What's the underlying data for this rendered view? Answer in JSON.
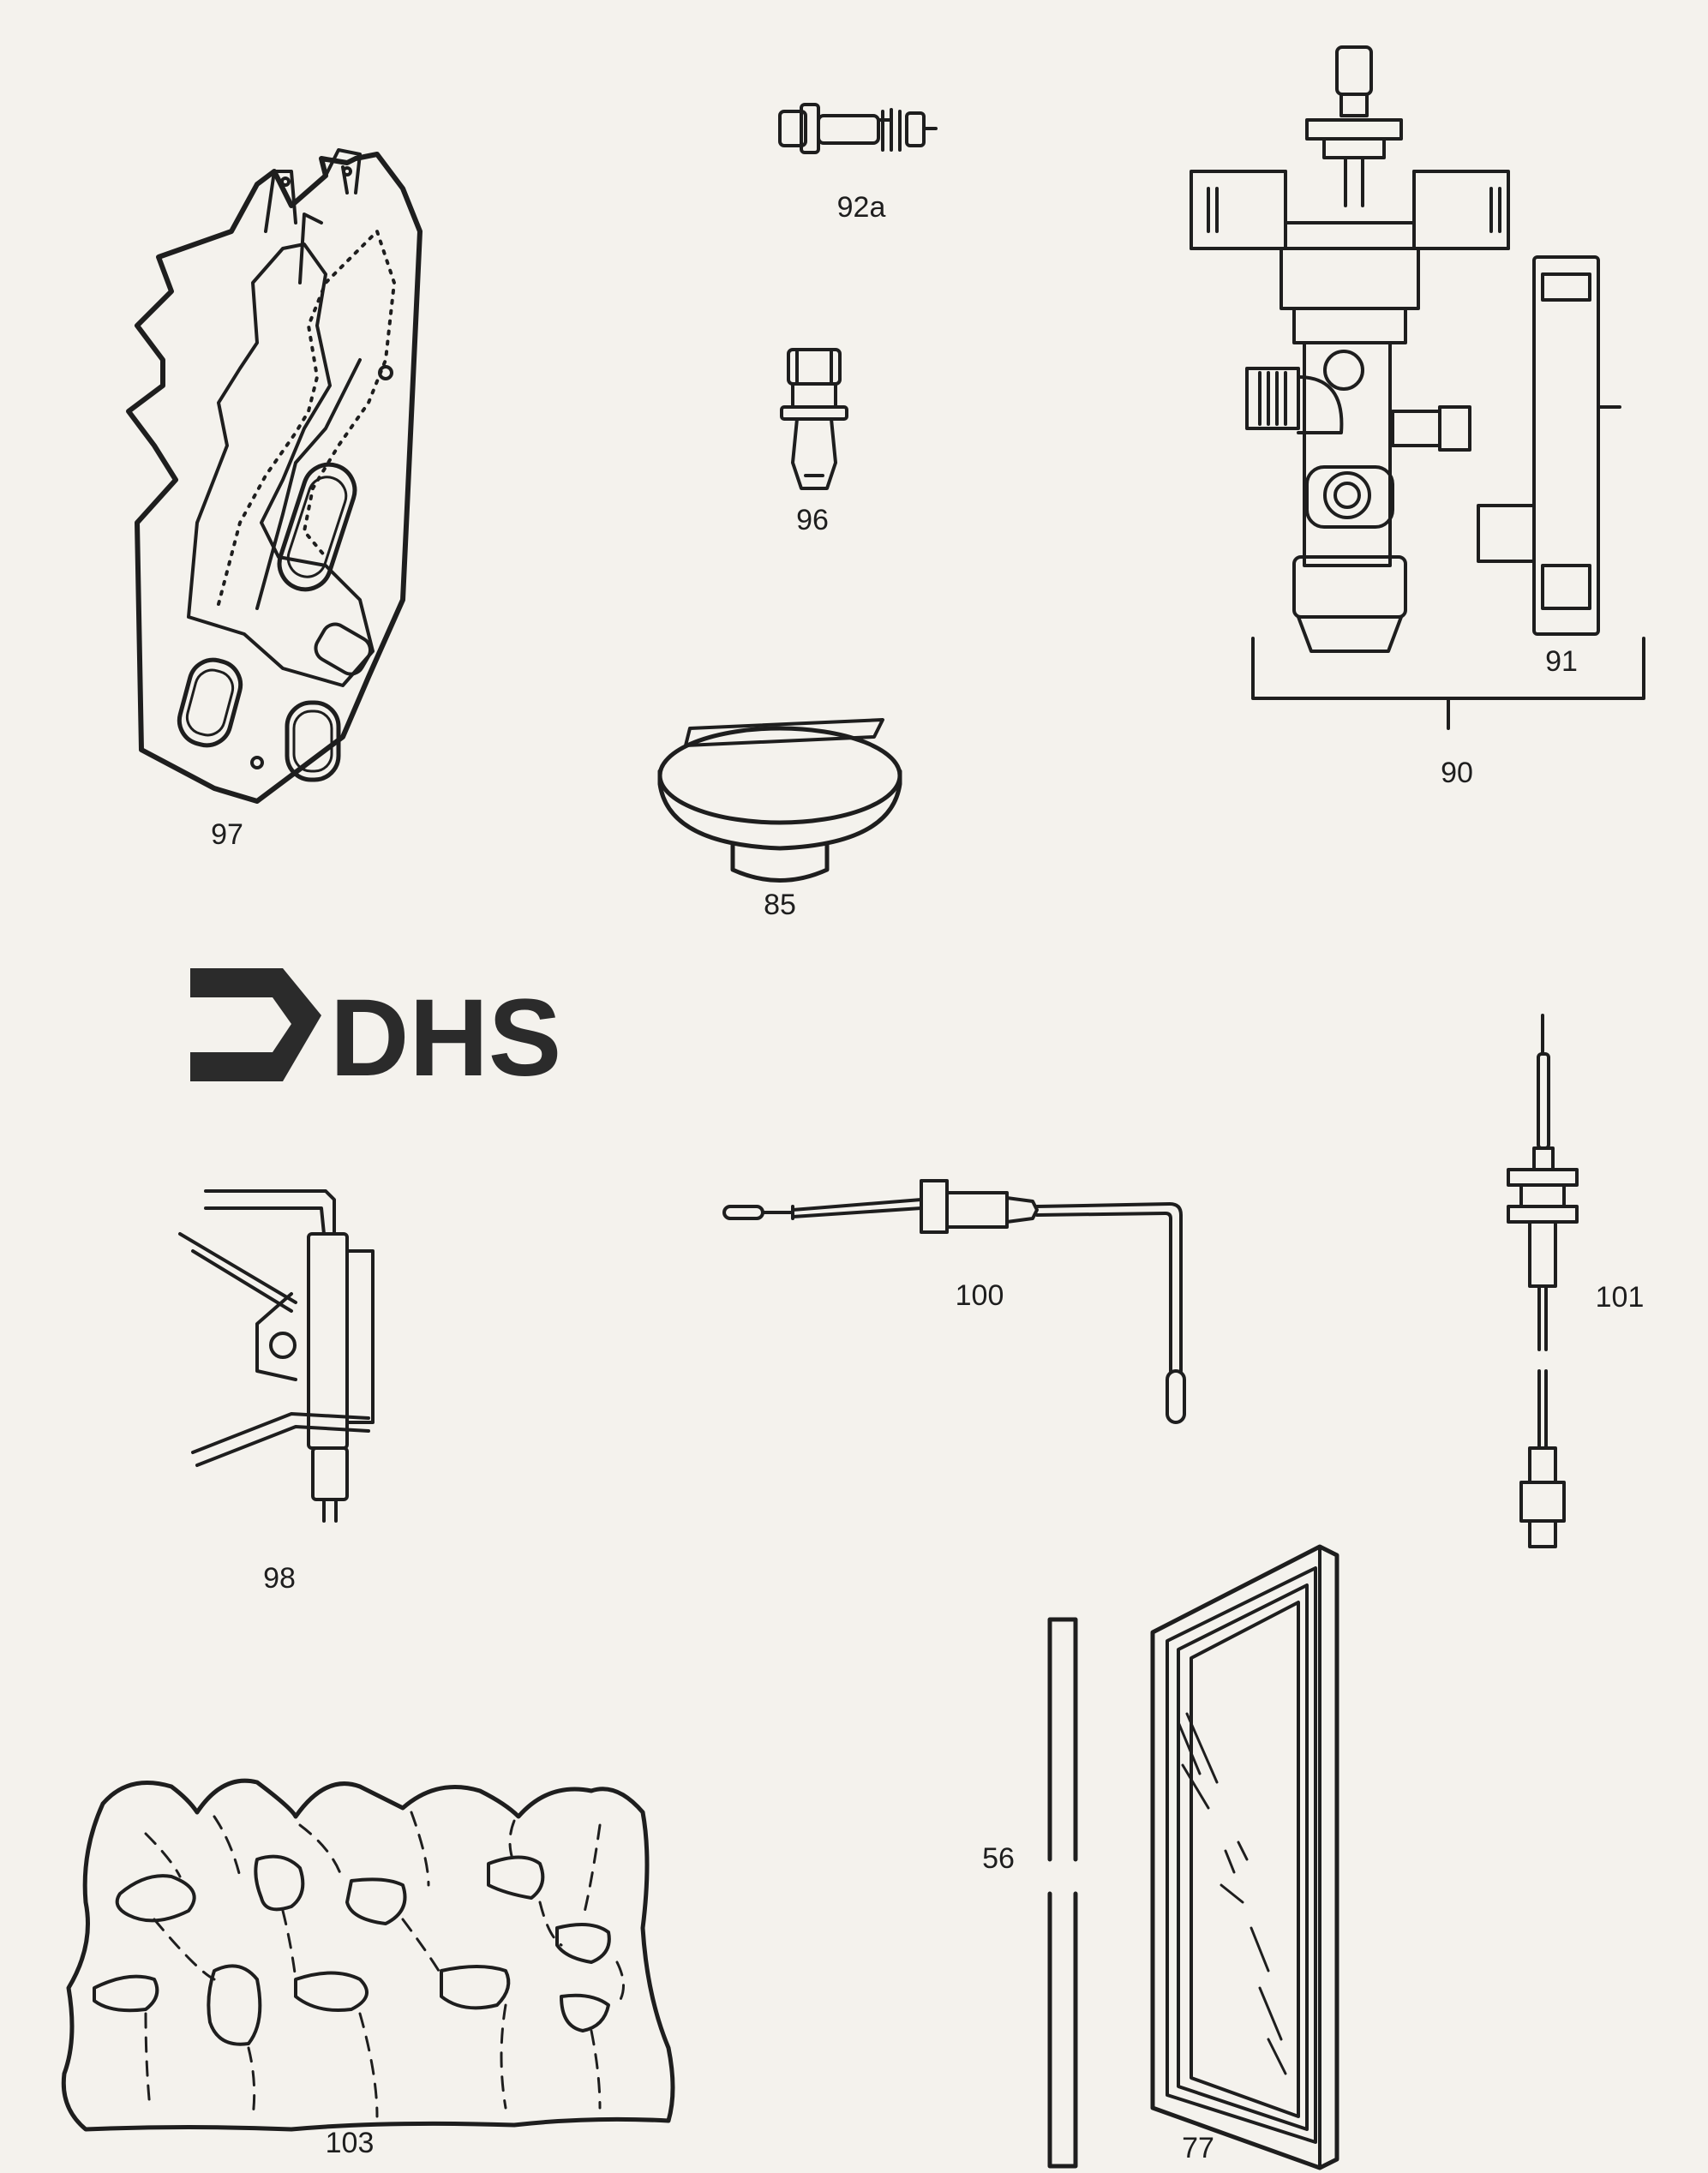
{
  "parts": [
    {
      "id": "p97",
      "label": "97"
    },
    {
      "id": "p92a",
      "label": "92a"
    },
    {
      "id": "p96",
      "label": "96"
    },
    {
      "id": "p85",
      "label": "85"
    },
    {
      "id": "p90",
      "label": "90"
    },
    {
      "id": "p91",
      "label": "91"
    },
    {
      "id": "p98",
      "label": "98"
    },
    {
      "id": "p100",
      "label": "100"
    },
    {
      "id": "p101",
      "label": "101"
    },
    {
      "id": "p103",
      "label": "103"
    },
    {
      "id": "p56",
      "label": "56"
    },
    {
      "id": "p77",
      "label": "77"
    }
  ],
  "logo": {
    "text": "DHS"
  },
  "colors": {
    "ink": "#1e1e1e",
    "paper": "#f4f2ed",
    "logo": "#2b2b2b"
  }
}
